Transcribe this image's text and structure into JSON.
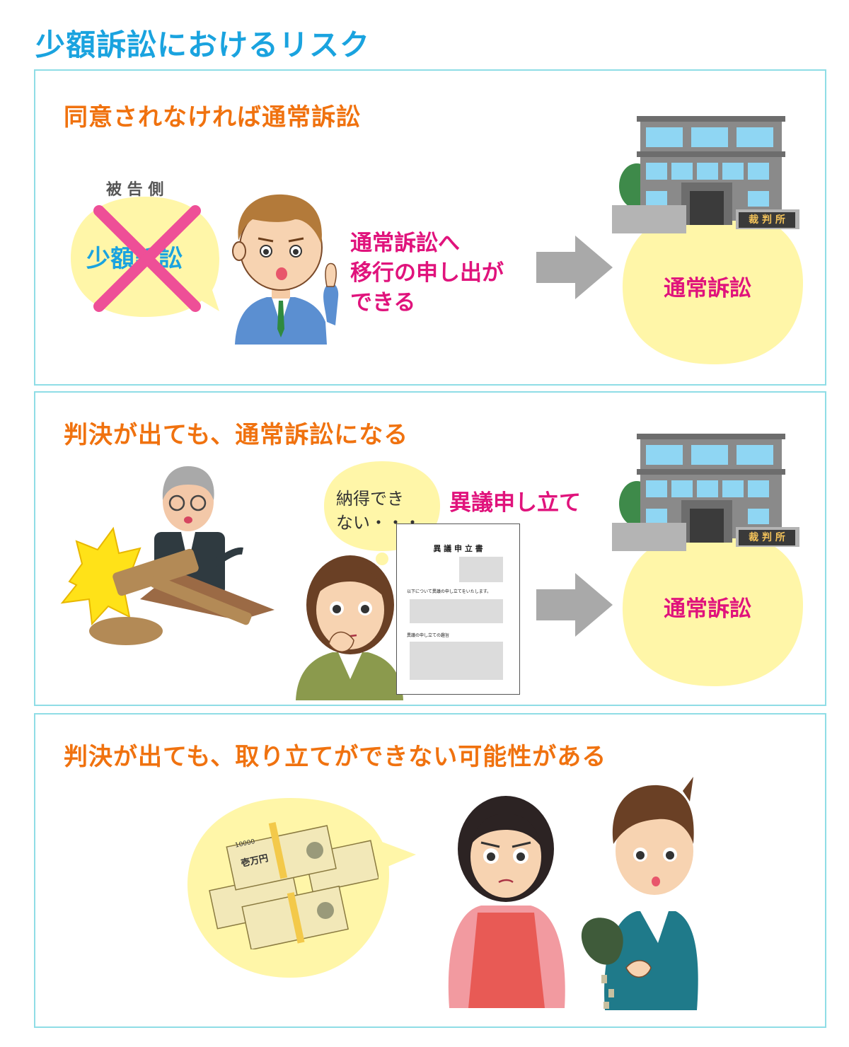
{
  "title": "少額訴訟におけるリスク",
  "colors": {
    "title": "#1aa3df",
    "heading": "#f0720f",
    "accent": "#e0137c",
    "panel_border": "#8fdde6",
    "bubble": "#fff6a8"
  },
  "panel1": {
    "heading": "同意されなければ通常訴訟",
    "defendant_label": "被 告 側",
    "crossed_label": "少額訴訟",
    "speech_line1": "通常訴訟へ",
    "speech_line2": "移行の申し出が",
    "speech_line3": "できる",
    "court_sign": "裁 判 所",
    "result": "通常訴訟"
  },
  "panel2": {
    "heading": "判決が出ても、通常訴訟になる",
    "thought_line1": "納得でき",
    "thought_line2": "ない・・・",
    "objection": "異議申し立て",
    "doc_title": "異 議 申 立 書",
    "doc_text1": "以下について異議の申し立てをいたします。",
    "doc_text2": "異議の申し立ての趣旨",
    "court_sign": "裁 判 所",
    "result": "通常訴訟"
  },
  "panel3": {
    "heading": "判決が出ても、取り立てができない可能性がある",
    "bill_number": "10000",
    "bill_word": "壱万円"
  }
}
